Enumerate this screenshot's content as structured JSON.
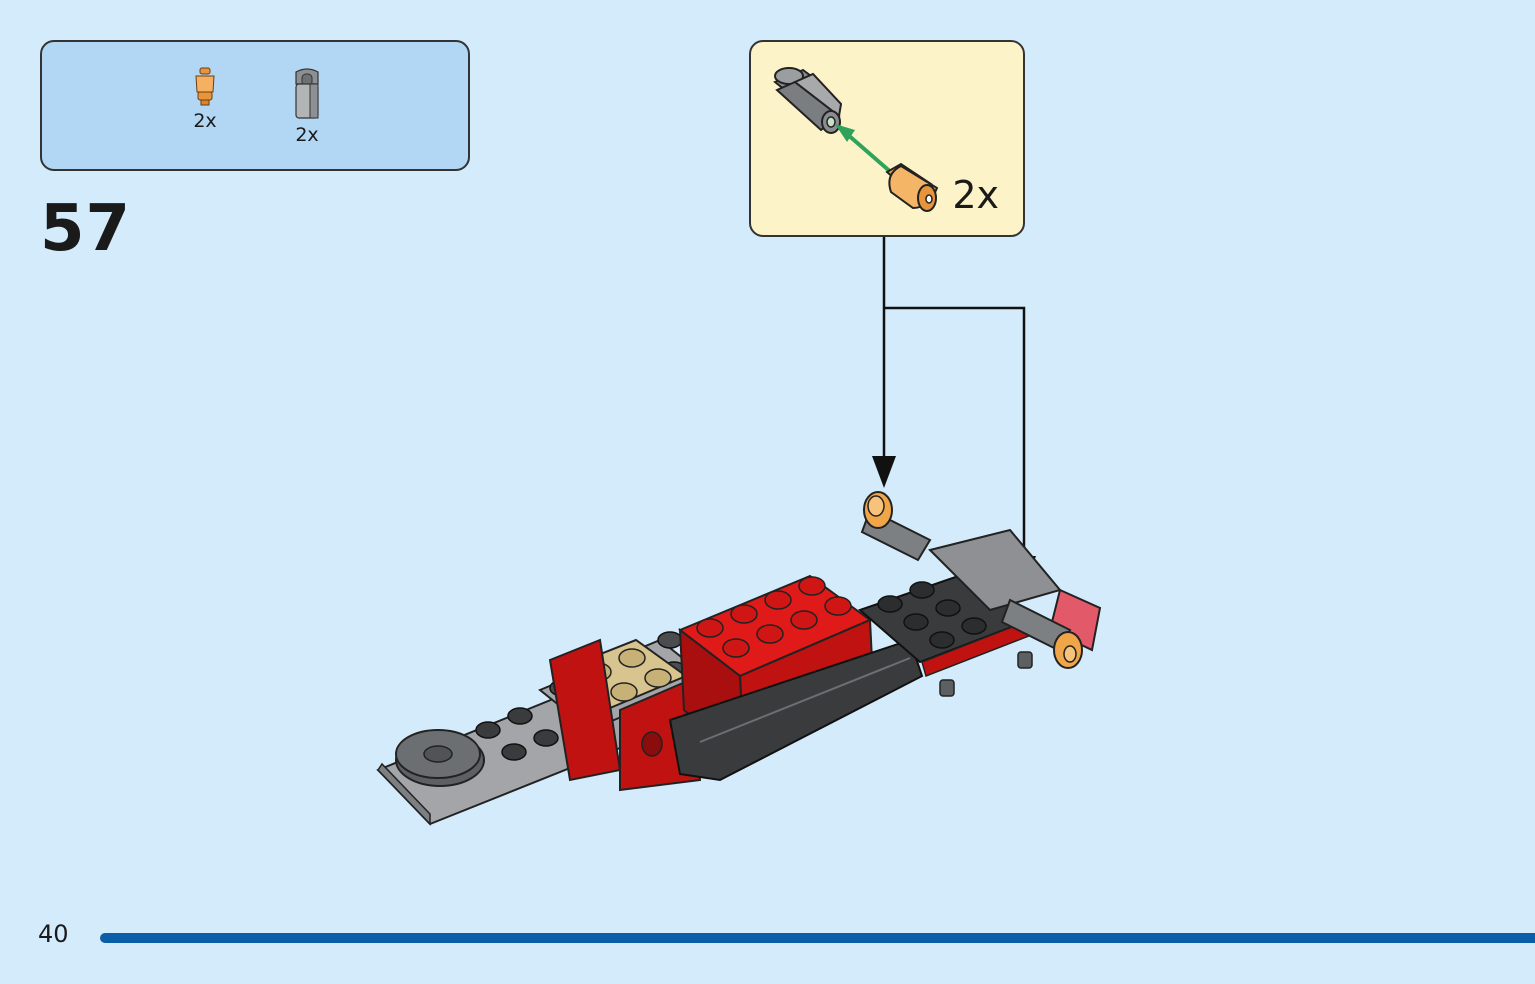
{
  "parts_list": {
    "items": [
      {
        "icon": "orange-cone-part-icon",
        "count": "2x",
        "color": "#f0a548"
      },
      {
        "icon": "grey-clip-part-icon",
        "count": "2x",
        "color": "#a9abad"
      }
    ]
  },
  "step": {
    "number": "57"
  },
  "callout": {
    "count": "2x",
    "arrow_color": "#2fa35a"
  },
  "page": {
    "number": "40",
    "progress_color": "#0a5ea8"
  },
  "colors": {
    "background": "#d4ebfb",
    "parts_box": "#b2d7f4",
    "callout_box": "#fdf3c9",
    "brick_red": "#d11515",
    "brick_tan": "#d8c48e",
    "brick_grey": "#a3a5a8",
    "brick_dark": "#3a3b3d"
  }
}
